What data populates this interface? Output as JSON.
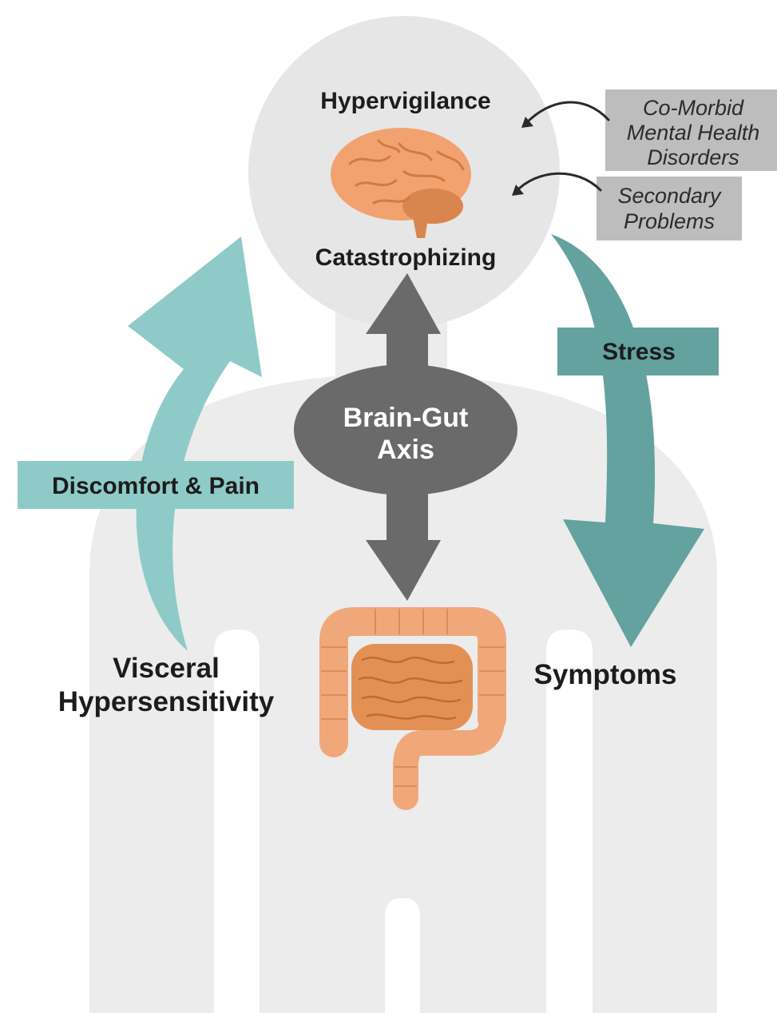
{
  "labels": {
    "hypervigilance": "Hypervigilance",
    "catastrophizing": "Catastrophizing",
    "brain_gut_line1": "Brain-Gut",
    "brain_gut_line2": "Axis",
    "stress": "Stress",
    "discomfort_pain": "Discomfort & Pain",
    "visceral_line1": "Visceral",
    "visceral_line2": "Hypersensitivity",
    "symptoms": "Symptoms"
  },
  "notes": {
    "comorbid": [
      "Co-Morbid",
      "Mental Health",
      "Disorders"
    ],
    "secondary": [
      "Secondary",
      "Problems"
    ]
  },
  "icons": {
    "brain": "brain-icon",
    "intestine": "intestine-icon",
    "body": "human-silhouette-icon"
  },
  "colors": {
    "silhouette": "#ececec",
    "head_circle": "#e6e6e6",
    "teal_light": "#8ecbc8",
    "teal_dark": "#63a29f",
    "gray_arrow": "#6a6a6a",
    "note_box": "#bdbdbd",
    "organ_fill": "#f2a26e",
    "organ_dark": "#d9854e"
  }
}
